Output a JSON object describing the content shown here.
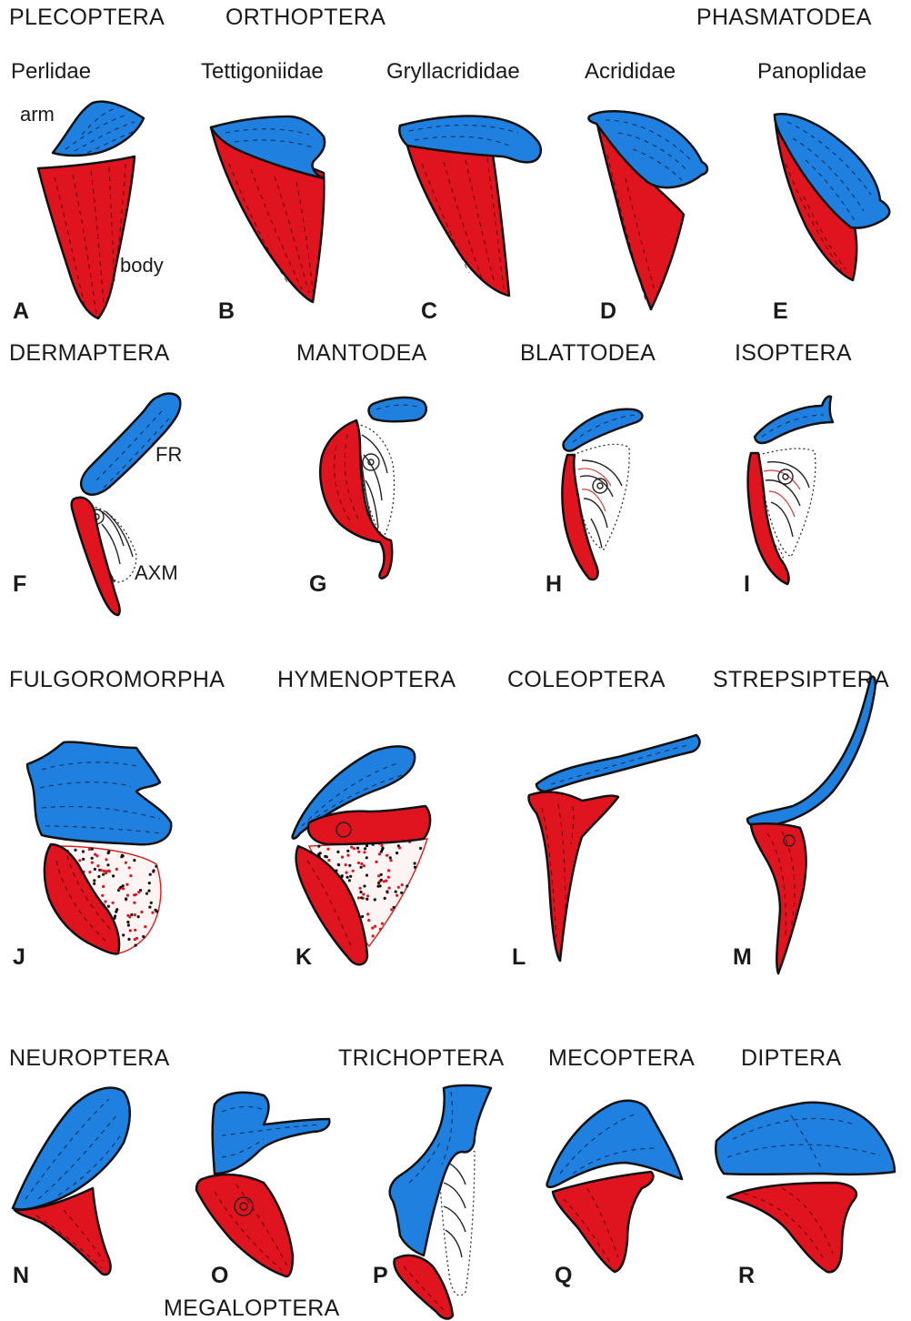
{
  "orders": {
    "plecoptera": "PLECOPTERA",
    "orthoptera": "ORTHOPTERA",
    "phasmatodea": "PHASMATODEA",
    "dermaptera": "DERMAPTERA",
    "mantodea": "MANTODEA",
    "blattodea": "BLATTODEA",
    "isoptera": "ISOPTERA",
    "fulgoromorpha": "FULGOROMORPHA",
    "hymenoptera": "HYMENOPTERA",
    "coleoptera": "COLEOPTERA",
    "strepsiptera": "STREPSIPTERA",
    "neuroptera": "NEUROPTERA",
    "trichoptera": "TRICHOPTERA",
    "mecoptera": "MECOPTERA",
    "diptera": "DIPTERA",
    "megaloptera": "MEGALOPTERA"
  },
  "families": {
    "perlidae": "Perlidae",
    "tettigoniidae": "Tettigoniidae",
    "gryllacrididae": "Gryllacrididae",
    "acrididae": "Acrididae",
    "panoplidae": "Panoplidae"
  },
  "annotations": {
    "arm": "arm",
    "body": "body",
    "fr": "FR",
    "axm": "AXM"
  },
  "panels": [
    "A",
    "B",
    "C",
    "D",
    "E",
    "F",
    "G",
    "H",
    "I",
    "J",
    "K",
    "L",
    "M",
    "N",
    "O",
    "P",
    "Q",
    "R"
  ],
  "colors": {
    "arm_blue": "#1f80e0",
    "body_red": "#e0141e",
    "outline": "#111111"
  }
}
